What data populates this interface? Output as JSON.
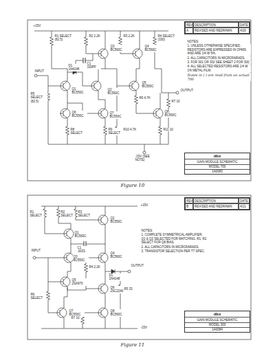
{
  "diagram": {
    "nodes": [
      {
        "text": [
          "REV",
          "DESCRIPTION",
          "DATE",
          "A",
          "REVISED AND REDRAWN",
          "4/20"
        ]
      },
      {
        "text": [
          "dbx",
          "GAIN MODULE SCHEMATIC",
          "MODEL 700",
          "1A0083"
        ]
      },
      {
        "text": [
          "REV",
          "DESCRIPTION",
          "DATE",
          "B",
          "REVISED AND REDRAWN",
          "4/21"
        ]
      },
      {
        "text": [
          "dbx",
          "GAIN MODULE SCHEMATIC",
          "MODEL 300",
          "1A0084"
        ]
      }
    ],
    "edges": [],
    "labels": [
      "+15V",
      "R1 SELECT (82.5)",
      "R2 2.2K",
      "R3 2.2K",
      "R4 SELECT (330)",
      "C1 330PF",
      "Q3 BC560C",
      "Q4 BC560C",
      "INPUT",
      "Q1 BC550C",
      "D1 1N4148",
      "R5 SELECT (82.5)",
      "Q2 BC560C",
      "Q5 BC550C",
      "R6 4.7K",
      "R7 10",
      "OUTPUT",
      "Q6 BC550C",
      "Q7 BC550C",
      "Q8 BC560C",
      "R8 SELECT",
      "R9 SELECT",
      "R10 4.7K",
      "R11 10",
      "-15V (SEE NOTE)",
      "NOTES:",
      "1. UNLESS OTHERWISE SPECIFIED, RESISTORS ARE EXPRESSED IN OHMS AND ARE 1/4 W 5%.",
      "2. ALL CAPACITORS IN MICROFARADS.",
      "3. FOR 301 OR 302 SEE SHEET 2 FOR 300.",
      "4. ALL SELECTED RESISTORS ARE 1/4 W 1% METAL FILM.",
      "Notes in ( ) are read from an actual 700",
      "Figure 10",
      "R1 SELECT",
      "R2 SELECT",
      "R3 SELECT",
      "C1 .0033",
      "Q1 BC560C",
      "Q2 BC550C",
      "Q3 BC550C",
      "Q4 BC560C",
      "R4 2.2K",
      "D1 1N4148",
      "Q5 2SA970",
      "Q6 2SC2240",
      "R5 33",
      "R6 SELECT",
      "Q7 BC550C",
      "Q8 BC560C",
      "R7 10",
      "INPUT",
      "OUTPUT",
      "+15V",
      "-15V",
      "NOTES:",
      "1. COMPLETE SYMMETRICAL AMPLIFIER, Q1 & Q2 SELECTED FOR MATCHING. R1, R2 SELECT FOR Q8 BIAS.",
      "2. ALL CAPACITORS IN MICROFARADS.",
      "3. TRANSISTOR SELECTION PER TT SPEC.",
      "Figure 11"
    ]
  }
}
